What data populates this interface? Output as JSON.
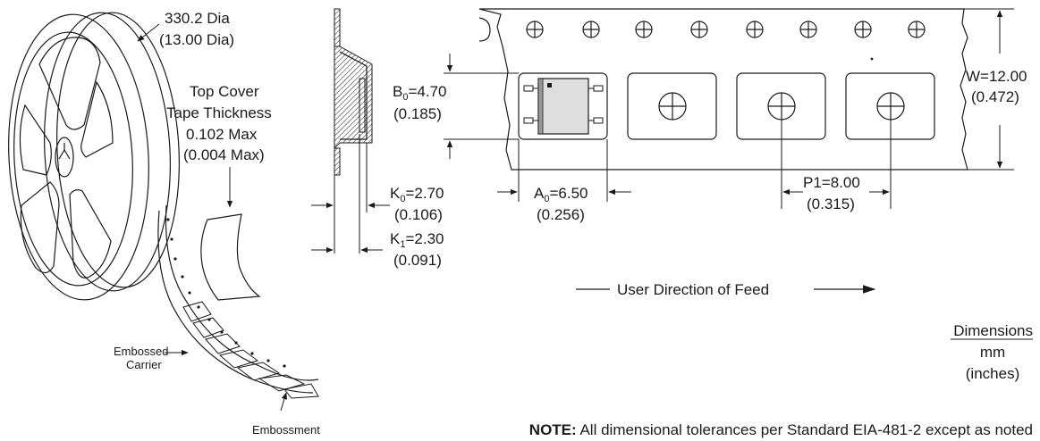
{
  "reel": {
    "diameter_mm": "330.2 Dia",
    "diameter_in": "(13.00 Dia)",
    "cover_title_1": "Top Cover",
    "cover_title_2": "Tape Thickness",
    "cover_value_mm": "0.102 Max",
    "cover_value_in": "(0.004 Max)",
    "embossed_carrier_1": "Embossed",
    "embossed_carrier_2": "Carrier",
    "embossment": "Embossment"
  },
  "profile": {
    "k0_label": "K",
    "k0_sub": "0",
    "k0_value": "=2.70",
    "k0_in": "(0.106)",
    "k1_label": "K",
    "k1_sub": "1",
    "k1_value": "=2.30",
    "k1_in": "(0.091)"
  },
  "tape": {
    "b0_label": "B",
    "b0_sub": "0",
    "b0_value": "=4.70",
    "b0_in": "(0.185)",
    "a0_label": "A",
    "a0_sub": "0",
    "a0_value": "=6.50",
    "a0_in": "(0.256)",
    "p1_value": "P1=8.00",
    "p1_in": "(0.315)",
    "w_value": "W=12.00",
    "w_in": "(0.472)",
    "feed": "User Direction of Feed"
  },
  "units": {
    "title": "Dimensions",
    "mm": "mm",
    "in": "(inches)"
  },
  "note": {
    "label": "NOTE:",
    "text": " All dimensional tolerances per Standard EIA-481-2 except as noted"
  }
}
